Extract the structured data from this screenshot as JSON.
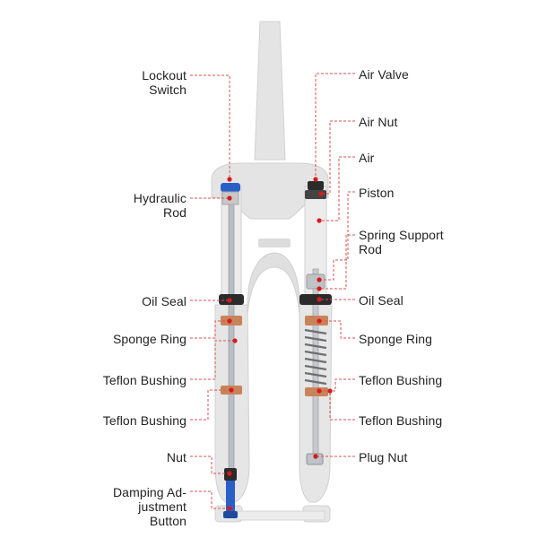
{
  "colors": {
    "leader_line": "#d9534f",
    "leader_dot": "#d7191c",
    "fork_body": "#e4e4e4",
    "fork_edge": "#cfcfcf",
    "stanchion": "#b9bcc2",
    "seal": "#2b2b2b",
    "bushing": "#c9835a",
    "accent_blue": "#2b5fc8"
  },
  "labels_left": [
    {
      "id": "lockout-switch",
      "text": "Lockout\nSwitch"
    },
    {
      "id": "hydraulic-rod",
      "text": "Hydraulic\nRod"
    },
    {
      "id": "oil-seal-left",
      "text": "Oil Seal"
    },
    {
      "id": "sponge-ring-left",
      "text": "Sponge Ring"
    },
    {
      "id": "teflon-bushing-left-1",
      "text": "Teflon Bushing"
    },
    {
      "id": "teflon-bushing-left-2",
      "text": "Teflon Bushing"
    },
    {
      "id": "nut",
      "text": "Nut"
    },
    {
      "id": "damping-adjustment-button",
      "text": "Damping Ad-\njustment\nButton"
    }
  ],
  "labels_right": [
    {
      "id": "air-valve",
      "text": "Air Valve"
    },
    {
      "id": "air-nut",
      "text": "Air Nut"
    },
    {
      "id": "air",
      "text": "Air"
    },
    {
      "id": "piston",
      "text": "Piston"
    },
    {
      "id": "spring-support-rod",
      "text": "Spring Support\nRod"
    },
    {
      "id": "oil-seal-right",
      "text": "Oil Seal"
    },
    {
      "id": "sponge-ring-right",
      "text": "Sponge Ring"
    },
    {
      "id": "teflon-bushing-right-1",
      "text": "Teflon Bushing"
    },
    {
      "id": "teflon-bushing-right-2",
      "text": "Teflon Bushing"
    },
    {
      "id": "plug-nut",
      "text": "Plug Nut"
    }
  ]
}
